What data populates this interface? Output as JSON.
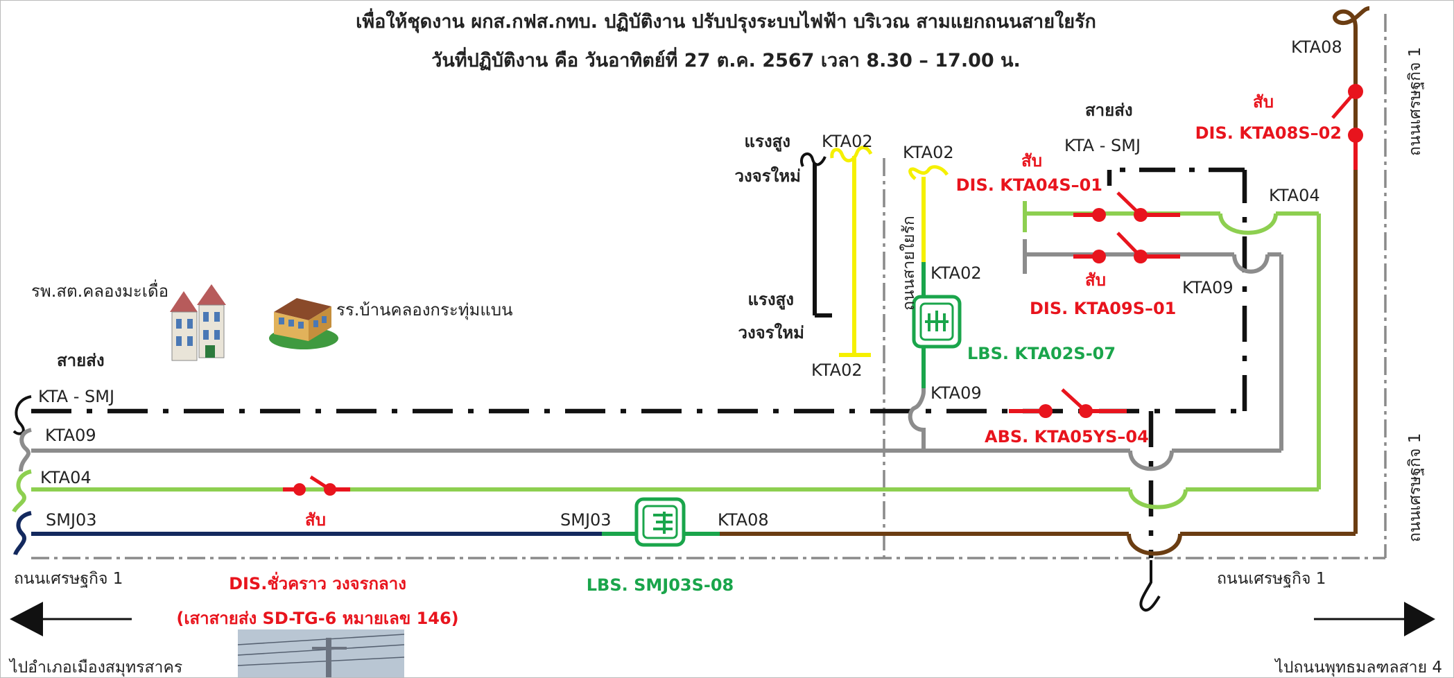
{
  "title": {
    "line1": "เพื่อให้ชุดงาน ผกส.กฟส.กทบ. ปฏิบัติงาน ปรับปรุงระบบไฟฟ้า บริเวณ สามแยกถนนสายใยรัก",
    "line2": "วันที่ปฏิบัติงาน คือ วันอาทิตย์ที่ 27 ต.ค. 2567 เวลา 8.30 – 17.00 น."
  },
  "feeders": {
    "kta_smj": "KTA - SMJ",
    "kta09": "KTA09",
    "kta04": "KTA04",
    "smj03": "SMJ03",
    "kta08": "KTA08",
    "kta02": "KTA02",
    "transmission": "สายส่ง"
  },
  "labels": {
    "hv_new_circuit": "แรงสูง",
    "new_circuit": "วงจรใหม่",
    "clinic": "รพ.สต.คลองมะเดื่อ",
    "school": "รร.บ้านคลองกระทุ่มแบน",
    "open_switch": "สับ"
  },
  "roads": {
    "sethakit1": "ถนนเศรษฐกิจ 1",
    "saiyairak": "ถนนสายใยรัก",
    "to_muang": "ไปอำเภอเมืองสมุทรสาคร",
    "to_phutthamonthon": "ไปถนนพุทธมลฑลสาย 4"
  },
  "devices": {
    "dis_temp": "DIS.ชั่วคราว วงจรกลาง",
    "dis_temp_pole": "(เสาสายส่ง SD-TG-6 หมายเลข 146)",
    "lbs_smj03": "LBS. SMJ03S-08",
    "lbs_kta02": "LBS. KTA02S-07",
    "abs_kta05": "ABS. KTA05YS–04",
    "dis_kta04": "DIS. KTA04S–01",
    "dis_kta09": "DIS. KTA09S–01",
    "dis_kta08": "DIS. KTA08S–02"
  },
  "colors": {
    "kta_smj": "#111111",
    "kta09": "#8c8c8c",
    "kta04": "#8dcf50",
    "smj03": "#13295e",
    "kta08": "#6b3d12",
    "kta02": "#f5f000",
    "kta02_green": "#1aa54b",
    "switch": "#e8141d",
    "lbs": "#1aa54b"
  },
  "icons": [
    "building-icon",
    "school-icon",
    "arrow-left-icon",
    "arrow-right-icon",
    "switch-icon",
    "lbs-icon"
  ]
}
